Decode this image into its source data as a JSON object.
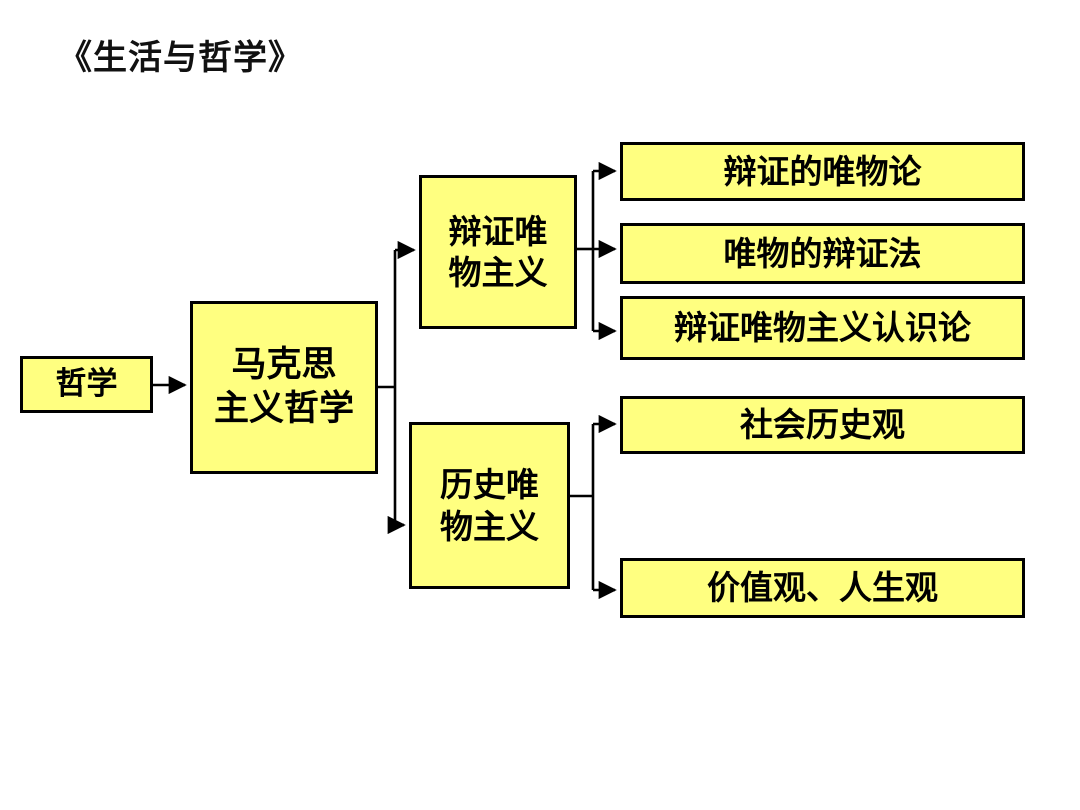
{
  "slide": {
    "title": "《生活与哲学》",
    "background_color": "#ffffff",
    "node_fill_color": "#ffff80",
    "node_border_color": "#000000",
    "text_color": "#000000"
  },
  "nodes": {
    "philosophy": {
      "label": "哲学"
    },
    "marxist_philosophy": {
      "label": "马克思\n主义哲学",
      "line1": "马克思",
      "line2": "主义哲学"
    },
    "dialectical_materialism": {
      "label": "辩证唯\n物主义",
      "line1": "辩证唯",
      "line2": "物主义"
    },
    "historical_materialism": {
      "label": "历史唯\n物主义",
      "line1": "历史唯",
      "line2": "物主义"
    },
    "materialism_theory": {
      "label": "辩证的唯物论"
    },
    "materialist_dialectics": {
      "label": "唯物的辩证法"
    },
    "epistemology": {
      "label": "辩证唯物主义认识论"
    },
    "social_history_view": {
      "label": "社会历史观"
    },
    "values_life_view": {
      "label": "价值观、人生观"
    }
  },
  "connections": [
    {
      "name": "philosophy-to-marxist",
      "from": "philosophy",
      "to": "marxist_philosophy"
    },
    {
      "name": "marxist-to-dialectical",
      "from": "marxist_philosophy",
      "to": "dialectical_materialism"
    },
    {
      "name": "marxist-to-historical",
      "from": "marxist_philosophy",
      "to": "historical_materialism"
    },
    {
      "name": "dialectical-to-materialism-theory",
      "from": "dialectical_materialism",
      "to": "materialism_theory"
    },
    {
      "name": "dialectical-to-materialist-dialectics",
      "from": "dialectical_materialism",
      "to": "materialist_dialectics"
    },
    {
      "name": "dialectical-to-epistemology",
      "from": "dialectical_materialism",
      "to": "epistemology"
    },
    {
      "name": "historical-to-social-history",
      "from": "historical_materialism",
      "to": "social_history_view"
    },
    {
      "name": "historical-to-values-life",
      "from": "historical_materialism",
      "to": "values_life_view"
    }
  ]
}
